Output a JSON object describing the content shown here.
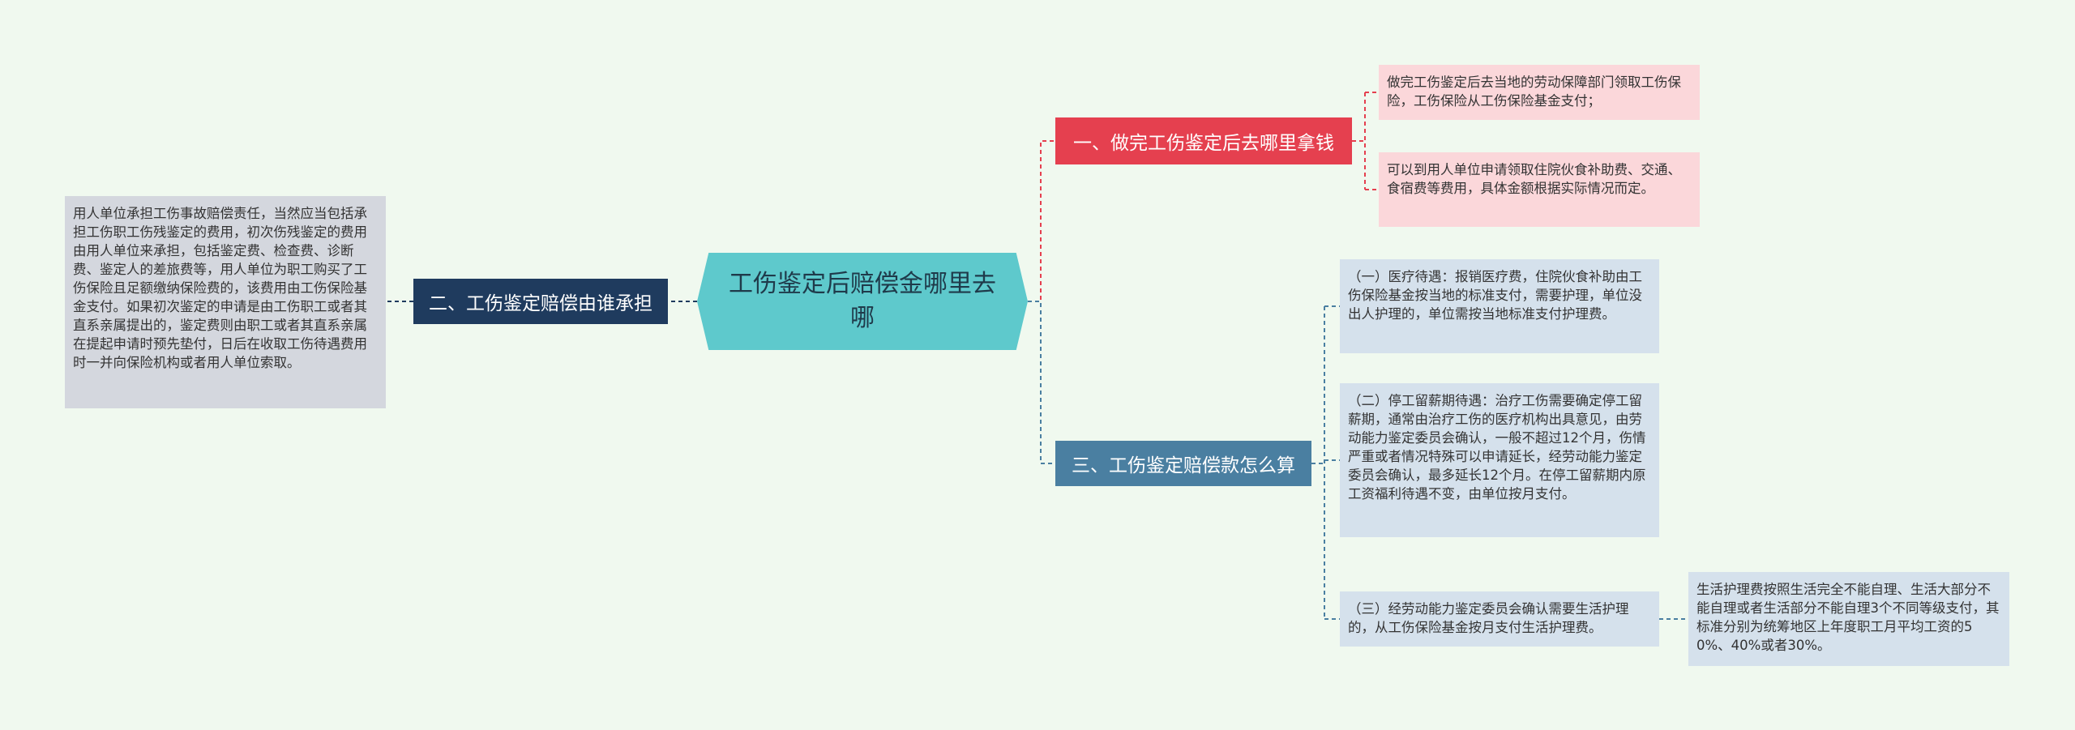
{
  "root": {
    "title": "工伤鉴定后赔偿金哪里去哪"
  },
  "branches": [
    {
      "label": "一、做完工伤鉴定后去哪里拿钱",
      "leaves": [
        "做完工伤鉴定后去当地的劳动保障部门领取工伤保险，工伤保险从工伤保险基金支付；",
        "可以到用人单位申请领取住院伙食补助费、交通、食宿费等费用，具体金额根据实际情况而定。"
      ]
    },
    {
      "label": "二、工伤鉴定赔偿由谁承担",
      "leaves": [
        "用人单位承担工伤事故赔偿责任，当然应当包括承担工伤职工伤残鉴定的费用，初次伤残鉴定的费用由用人单位来承担，包括鉴定费、检查费、诊断费、鉴定人的差旅费等，用人单位为职工购买了工伤保险且足额缴纳保险费的，该费用由工伤保险基金支付。如果初次鉴定的申请是由工伤职工或者其直系亲属提出的，鉴定费则由职工或者其直系亲属在提起申请时预先垫付，日后在收取工伤待遇费用时一并向保险机构或者用人单位索取。"
      ]
    },
    {
      "label": "三、工伤鉴定赔偿款怎么算",
      "leaves": [
        "（一）医疗待遇：报销医疗费，住院伙食补助由工伤保险基金按当地的标准支付，需要护理，单位没出人护理的，单位需按当地标准支付护理费。",
        "（二）停工留薪期待遇：治疗工伤需要确定停工留薪期，通常由治疗工伤的医疗机构出具意见，由劳动能力鉴定委员会确认，一般不超过12个月，伤情严重或者情况特殊可以申请延长，经劳动能力鉴定委员会确认，最多延长12个月。在停工留薪期内原工资福利待遇不变，由单位按月支付。",
        "（三）经劳动能力鉴定委员会确认需要生活护理的，从工伤保险基金按月支付生活护理费。"
      ],
      "subleaf": "生活护理费按照生活完全不能自理、生活大部分不能自理或者生活部分不能自理3个不同等级支付，其标准分别为统筹地区上年度职工月平均工资的50%、40%或者30%。"
    }
  ],
  "colors": {
    "background": "#f0f9ef",
    "root": "#5ec9cc",
    "branch1": "#e5404f",
    "branch2": "#1f3b5e",
    "branch3": "#4a7fa1",
    "leaf_pink": "#fbd7da",
    "leaf_blue": "#d5e1ec",
    "leaf_grey": "#d4d7de"
  }
}
